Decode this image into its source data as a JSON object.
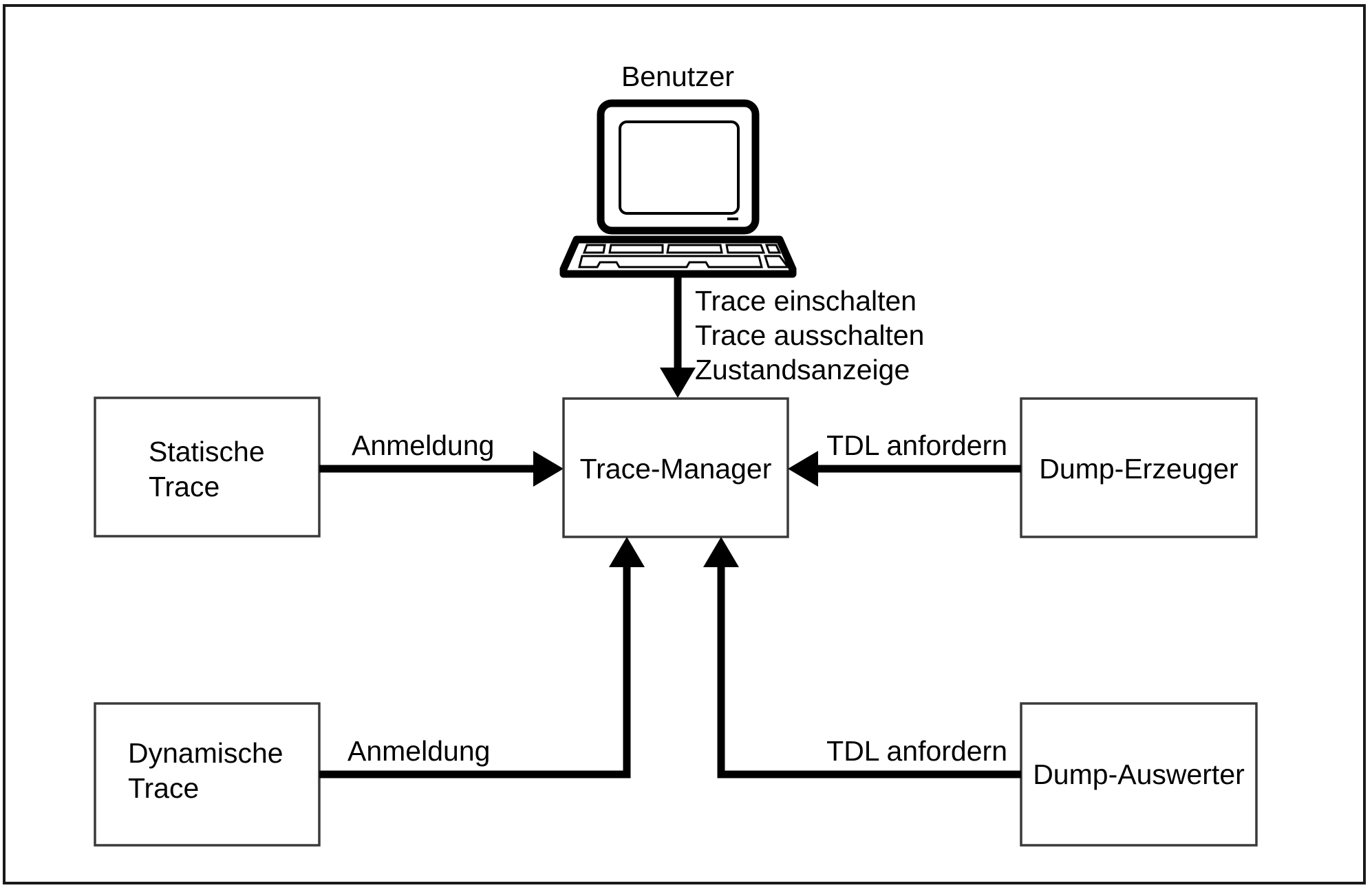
{
  "figure": {
    "title": "Trace-Manager Architekturdiagramm",
    "language": "de",
    "background_color": "#ffffff",
    "line_color": "#000000",
    "box_border_color": "#3a3a3a",
    "frame_border_color": "#1a1a1a"
  },
  "actor": {
    "label": "Benutzer",
    "icon": "desktop-computer-icon"
  },
  "nodes": {
    "statische_trace": {
      "line1": "Statische",
      "line2": "Trace"
    },
    "dynamische_trace": {
      "line1": "Dynamische",
      "line2": "Trace"
    },
    "trace_manager": {
      "label": "Trace-Manager"
    },
    "dump_erzeuger": {
      "label": "Dump-Erzeuger"
    },
    "dump_auswerter": {
      "label": "Dump-Auswerter"
    }
  },
  "edges": {
    "benutzer_to_manager": {
      "line1": "Trace einschalten",
      "line2": "Trace ausschalten",
      "line3": "Zustandsanzeige",
      "direction": "down"
    },
    "statische_to_manager": {
      "label": "Anmeldung",
      "direction": "right"
    },
    "dump_erzeuger_to_manager": {
      "label": "TDL anfordern",
      "direction": "left"
    },
    "dynamische_to_manager": {
      "label": "Anmeldung",
      "direction": "up"
    },
    "dump_auswerter_to_manager": {
      "label": "TDL anfordern",
      "direction": "up"
    }
  }
}
